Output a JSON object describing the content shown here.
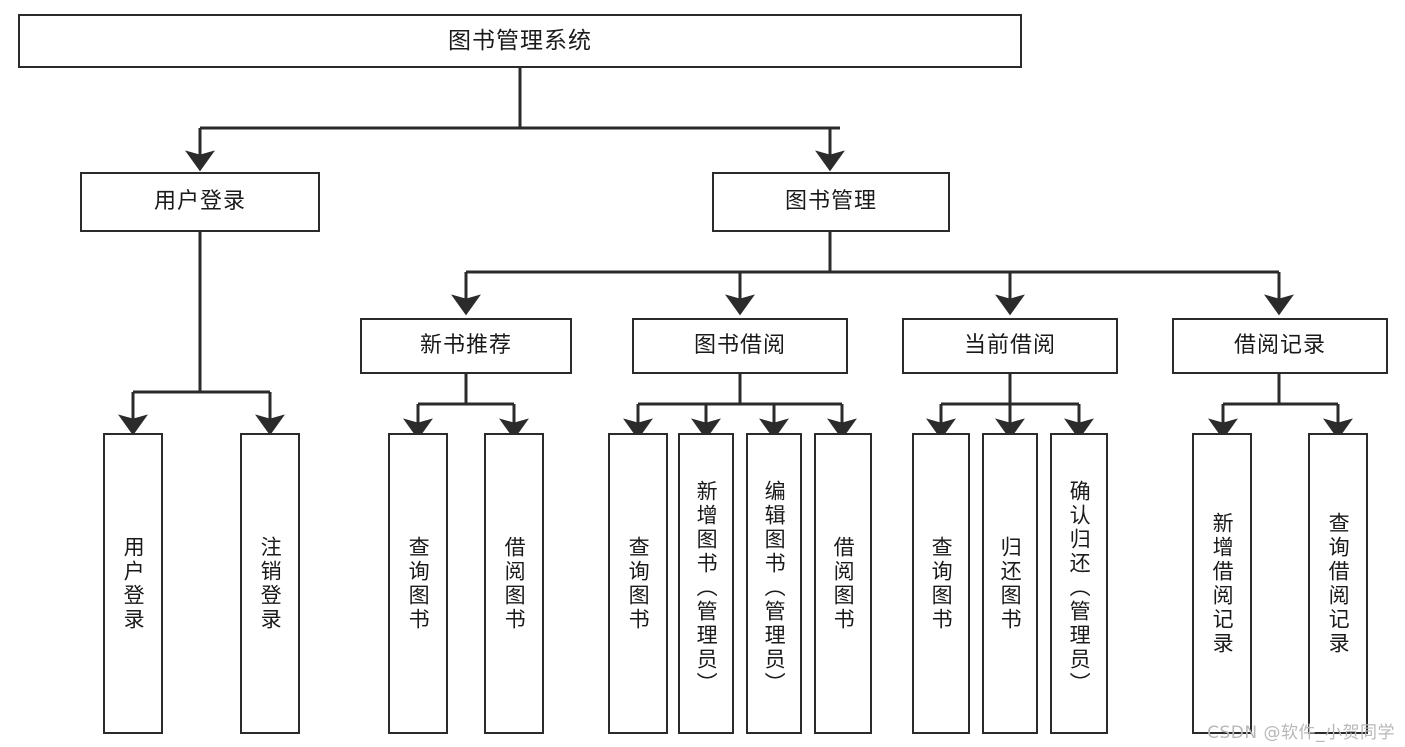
{
  "diagram": {
    "title": "图书管理系统",
    "type": "tree-hierarchy",
    "watermark": "CSDN @软件_小贺同学",
    "colors": {
      "box_border": "#2b2b2b",
      "box_fill": "#ffffff",
      "connector": "#2b2b2b",
      "text": "#1a1a1a",
      "watermark": "#b8b8b8",
      "background": "#ffffff"
    },
    "levels": {
      "root": [
        "图书管理系统"
      ],
      "level2": [
        "用户登录",
        "图书管理"
      ],
      "level3": [
        "新书推荐",
        "图书借阅",
        "当前借阅",
        "借阅记录"
      ],
      "level4": [
        "用户登录",
        "注销登录",
        "查询图书",
        "借阅图书",
        "查询图书",
        "新增图书（管理员）",
        "编辑图书（管理员）",
        "借阅图书",
        "查询图书",
        "归还图书",
        "确认归还（管理员）",
        "新增借阅记录",
        "查询借阅记录"
      ]
    },
    "nodes": {
      "root": {
        "label": "图书管理系统"
      },
      "user_login": {
        "label": "用户登录"
      },
      "book_manage": {
        "label": "图书管理"
      },
      "new_book_rec": {
        "label": "新书推荐"
      },
      "book_borrow": {
        "label": "图书借阅"
      },
      "current_borrow": {
        "label": "当前借阅"
      },
      "borrow_record": {
        "label": "借阅记录"
      },
      "leaf_user_login": {
        "label": "用户登录"
      },
      "leaf_user_logout": {
        "label": "注销登录"
      },
      "leaf_query_book_1": {
        "label": "查询图书"
      },
      "leaf_borrow_book_1": {
        "label": "借阅图书"
      },
      "leaf_query_book_2": {
        "label": "查询图书"
      },
      "leaf_add_book_admin": {
        "label": "新增图书（管理员）"
      },
      "leaf_edit_book_admin": {
        "label": "编辑图书（管理员）"
      },
      "leaf_borrow_book_2": {
        "label": "借阅图书"
      },
      "leaf_query_book_3": {
        "label": "查询图书"
      },
      "leaf_return_book": {
        "label": "归还图书"
      },
      "leaf_confirm_return_admin": {
        "label": "确认归还（管理员）"
      },
      "leaf_add_borrow_record": {
        "label": "新增借阅记录"
      },
      "leaf_query_borrow_record": {
        "label": "查询借阅记录"
      }
    },
    "edges": [
      {
        "from": "root",
        "to": "user_login"
      },
      {
        "from": "root",
        "to": "book_manage"
      },
      {
        "from": "user_login",
        "to": "leaf_user_login"
      },
      {
        "from": "user_login",
        "to": "leaf_user_logout"
      },
      {
        "from": "book_manage",
        "to": "new_book_rec"
      },
      {
        "from": "book_manage",
        "to": "book_borrow"
      },
      {
        "from": "book_manage",
        "to": "current_borrow"
      },
      {
        "from": "book_manage",
        "to": "borrow_record"
      },
      {
        "from": "new_book_rec",
        "to": "leaf_query_book_1"
      },
      {
        "from": "new_book_rec",
        "to": "leaf_borrow_book_1"
      },
      {
        "from": "book_borrow",
        "to": "leaf_query_book_2"
      },
      {
        "from": "book_borrow",
        "to": "leaf_add_book_admin"
      },
      {
        "from": "book_borrow",
        "to": "leaf_edit_book_admin"
      },
      {
        "from": "book_borrow",
        "to": "leaf_borrow_book_2"
      },
      {
        "from": "current_borrow",
        "to": "leaf_query_book_3"
      },
      {
        "from": "current_borrow",
        "to": "leaf_return_book"
      },
      {
        "from": "current_borrow",
        "to": "leaf_confirm_return_admin"
      },
      {
        "from": "borrow_record",
        "to": "leaf_add_borrow_record"
      },
      {
        "from": "borrow_record",
        "to": "leaf_query_borrow_record"
      }
    ]
  }
}
